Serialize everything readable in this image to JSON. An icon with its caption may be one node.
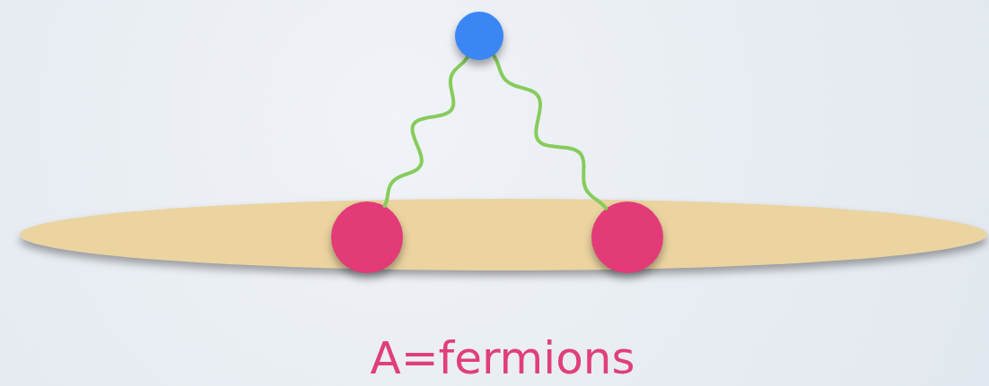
{
  "diagram": {
    "nodes": [
      {
        "text": [],
        "shape": "circle"
      },
      {
        "text": [],
        "shape": "ellipse"
      },
      {
        "text": [],
        "shape": "circle",
        "in": 1
      },
      {
        "text": [],
        "shape": "circle",
        "in": 1
      }
    ],
    "edges": [
      {
        "from": 0,
        "to": 2,
        "arrow": "none"
      },
      {
        "from": 0,
        "to": 3,
        "arrow": "none"
      }
    ],
    "labels": [
      "A=fermions"
    ]
  }
}
